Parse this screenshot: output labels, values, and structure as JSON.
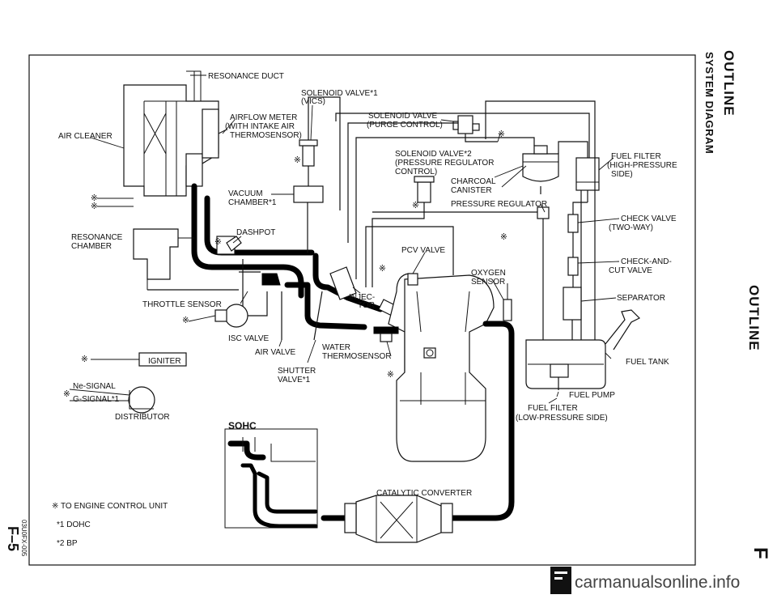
{
  "page": {
    "section_letter": "F",
    "section_title": "OUTLINE",
    "diagram_title": "SYSTEM DIAGRAM",
    "page_number": "F–5",
    "doc_code": "03U0FX-005",
    "watermark": "carmanualsonline.info"
  },
  "labels": {
    "resonance_duct": "RESONANCE DUCT",
    "air_cleaner": "AIR CLEANER",
    "airflow_meter": [
      "AIRFLOW METER",
      "(WITH INTAKE AIR",
      "THERMOSENSOR)"
    ],
    "solenoid_vics": [
      "SOLENOID VALVE*1",
      "(VICS)"
    ],
    "solenoid_purge": [
      "SOLENOID VALVE",
      "(PURGE CONTROL)"
    ],
    "solenoid_pressure": [
      "SOLENOID VALVE*2",
      "(PRESSURE REGULATOR",
      "CONTROL)"
    ],
    "charcoal_canister": [
      "CHARCOAL",
      "CANISTER"
    ],
    "pressure_regulator": "PRESSURE REGULATOR",
    "fuel_filter_high": [
      "FUEL FILTER",
      "(HIGH-PRESSURE",
      "SIDE)"
    ],
    "vacuum_chamber": [
      "VACUUM",
      "CHAMBER*1"
    ],
    "resonance_chamber": [
      "RESONANCE",
      "CHAMBER"
    ],
    "dashpot": "DASHPOT",
    "pcv_valve": "PCV VALVE",
    "check_valve": [
      "CHECK VALVE",
      "(TWO-WAY)"
    ],
    "check_and_cut": [
      "CHECK-AND-",
      "CUT VALVE"
    ],
    "oxygen_sensor": [
      "OXYGEN",
      "SENSOR"
    ],
    "injector": [
      "INJEC-",
      "TOR"
    ],
    "separator": "SEPARATOR",
    "throttle_sensor": "THROTTLE SENSOR",
    "isc_valve": "ISC VALVE",
    "air_valve": "AIR VALVE",
    "water_thermosensor": [
      "WATER",
      "THERMOSENSOR"
    ],
    "fuel_tank": "FUEL TANK",
    "igniter": "IGNITER",
    "shutter_valve": [
      "SHUTTER",
      "VALVE*1"
    ],
    "ne_signal": "Ne-SIGNAL",
    "g_signal": "G-SIGNAL*1",
    "distributor": "DISTRIBUTOR",
    "fuel_pump": "FUEL PUMP",
    "fuel_filter_low": [
      "FUEL FILTER",
      "(LOW-PRESSURE SIDE)"
    ],
    "sohc": "SOHC",
    "catalytic_converter": "CATALYTIC CONVERTER",
    "asterisk": "※"
  },
  "legend": [
    "※ TO ENGINE CONTROL UNIT",
    "*1 DOHC",
    "*2 BP"
  ]
}
